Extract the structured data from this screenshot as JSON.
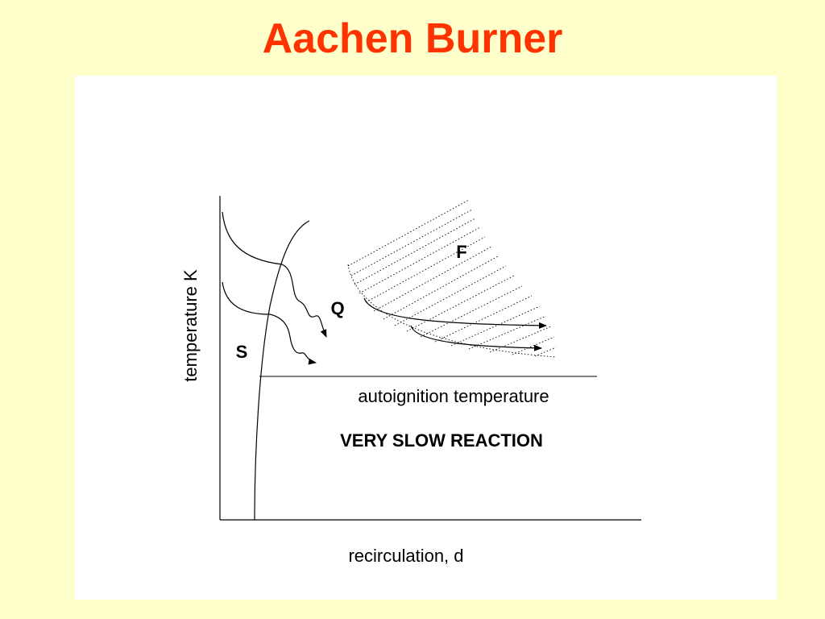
{
  "slide": {
    "title": "Aachen Burner"
  },
  "diagram": {
    "y_axis_label": "temperature K",
    "x_axis_label": "recirculation, d",
    "threshold_label": "autoignition temperature",
    "region_label": "VERY SLOW REACTION",
    "regions": {
      "slow": "S",
      "quench": "Q",
      "flameless": "F"
    }
  }
}
